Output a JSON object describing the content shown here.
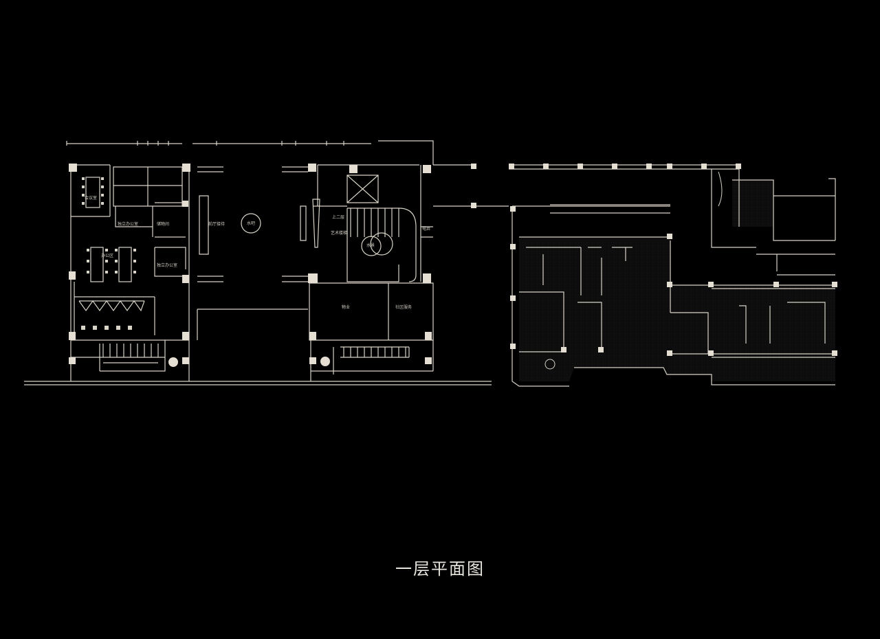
{
  "title": "一层平面图",
  "room_labels": {
    "meeting": "会议室",
    "independent_office_1": "独立办公室",
    "office_area": "办公区",
    "independent_office_2": "独立办公室",
    "storage": "储物间",
    "lobby_reception": "前厅接待",
    "water_bar": "水吧",
    "art_stair": "艺术楼梯",
    "water_feature": "水景",
    "property": "物业",
    "community_service": "社区服务",
    "electric_shaft": "电井",
    "upstairs": "上二层"
  },
  "colors": {
    "background": "#000000",
    "lines": "#d9d4c8",
    "columns": "#e4dfd2",
    "title": "#e9e6df"
  }
}
